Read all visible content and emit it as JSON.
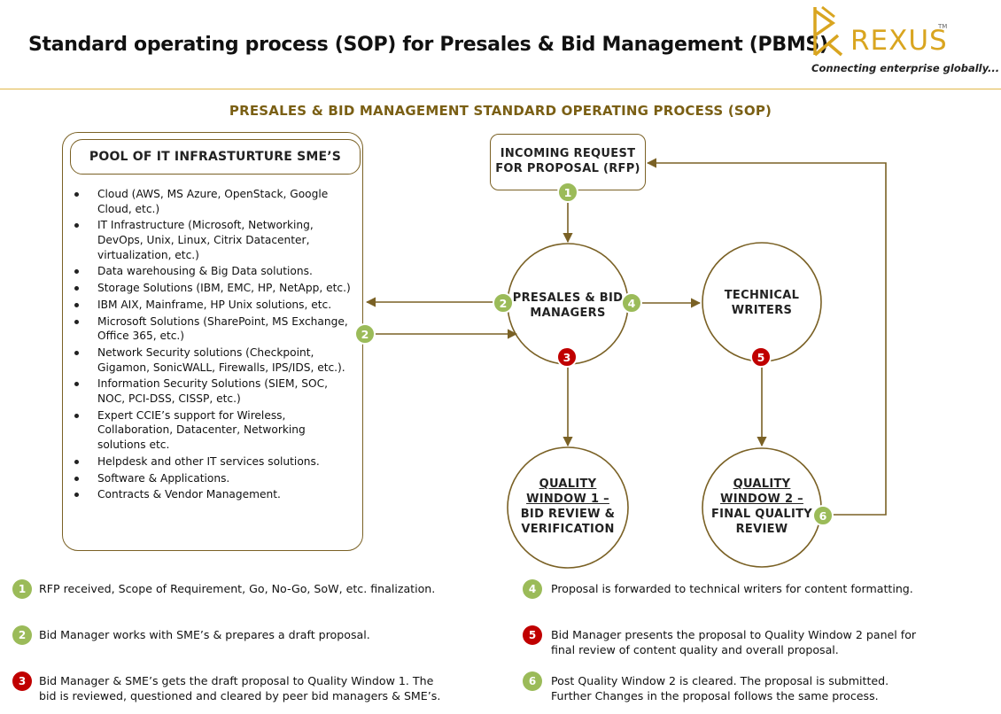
{
  "header": {
    "title": "Standard operating process (SOP) for Presales & Bid Management (PBMS)",
    "logo_name": "REXUS",
    "logo_tm": "TM",
    "logo_tagline": "Connecting enterprise globally..."
  },
  "diagram": {
    "title": "PRESALES & BID MANAGEMENT STANDARD OPERATING PROCESS (SOP)",
    "sme_pool": {
      "heading": "POOL OF IT INFRASTURTURE SME’S",
      "items": [
        "Cloud (AWS, MS Azure, OpenStack, Google Cloud, etc.)",
        "IT Infrastructure (Microsoft, Networking, DevOps, Unix, Linux, Citrix Datacenter, virtualization, etc.)",
        "Data warehousing & Big Data solutions.",
        "Storage Solutions (IBM, EMC, HP, NetApp, etc.)",
        "IBM AIX, Mainframe, HP Unix solutions, etc.",
        "Microsoft Solutions (SharePoint, MS Exchange, Office 365, etc.)",
        "Network Security solutions (Checkpoint, Gigamon, SonicWALL, Firewalls, IPS/IDS, etc.).",
        "Information Security Solutions (SIEM, SOC, NOC, PCI-DSS, CISSP, etc.)",
        "Expert CCIE’s support for Wireless, Collaboration, Datacenter, Networking solutions etc.",
        "Helpdesk and other IT services solutions.",
        "Software & Applications.",
        "Contracts & Vendor Management."
      ]
    },
    "nodes": {
      "rfp": [
        "INCOMING REQUEST",
        "FOR PROPOSAL (RFP)"
      ],
      "managers": [
        "PRESALES & BID",
        "MANAGERS"
      ],
      "writers": [
        "TECHNICAL",
        "WRITERS"
      ],
      "qw1_title": [
        "QUALITY",
        "WINDOW 1 –"
      ],
      "qw1_sub": [
        "BID REVIEW &",
        "VERIFICATION"
      ],
      "qw2_title": [
        "QUALITY",
        "WINDOW 2 –"
      ],
      "qw2_sub": [
        "FINAL QUALITY",
        "REVIEW"
      ]
    },
    "badges": {
      "b1": "1",
      "b2_left": "2",
      "b2_right": "2",
      "b3": "3",
      "b4": "4",
      "b5": "5",
      "b6": "6"
    }
  },
  "legend": [
    {
      "num": "1",
      "color": "green",
      "lines": [
        "RFP received, Scope of Requirement, Go, No-Go, SoW, etc. finalization."
      ]
    },
    {
      "num": "2",
      "color": "green",
      "lines": [
        "Bid Manager works with SME’s & prepares a draft proposal."
      ]
    },
    {
      "num": "3",
      "color": "red",
      "lines": [
        "Bid Manager & SME’s gets the draft proposal to Quality Window 1. The",
        "bid is reviewed, questioned and cleared by peer bid managers & SME’s."
      ]
    },
    {
      "num": "4",
      "color": "green",
      "lines": [
        "Proposal is forwarded to technical writers for content formatting."
      ]
    },
    {
      "num": "5",
      "color": "red",
      "lines": [
        "Bid Manager presents the proposal to Quality Window 2 panel for",
        "final review of content quality and overall proposal."
      ]
    },
    {
      "num": "6",
      "color": "green",
      "lines": [
        "Post Quality Window 2 is cleared. The proposal is submitted.",
        "Further Changes in the proposal follows the same process."
      ]
    }
  ],
  "colors": {
    "accent_gold": "#d9a520",
    "line_brown": "#7a6125",
    "badge_green": "#9bbb59",
    "badge_red": "#c00000"
  }
}
